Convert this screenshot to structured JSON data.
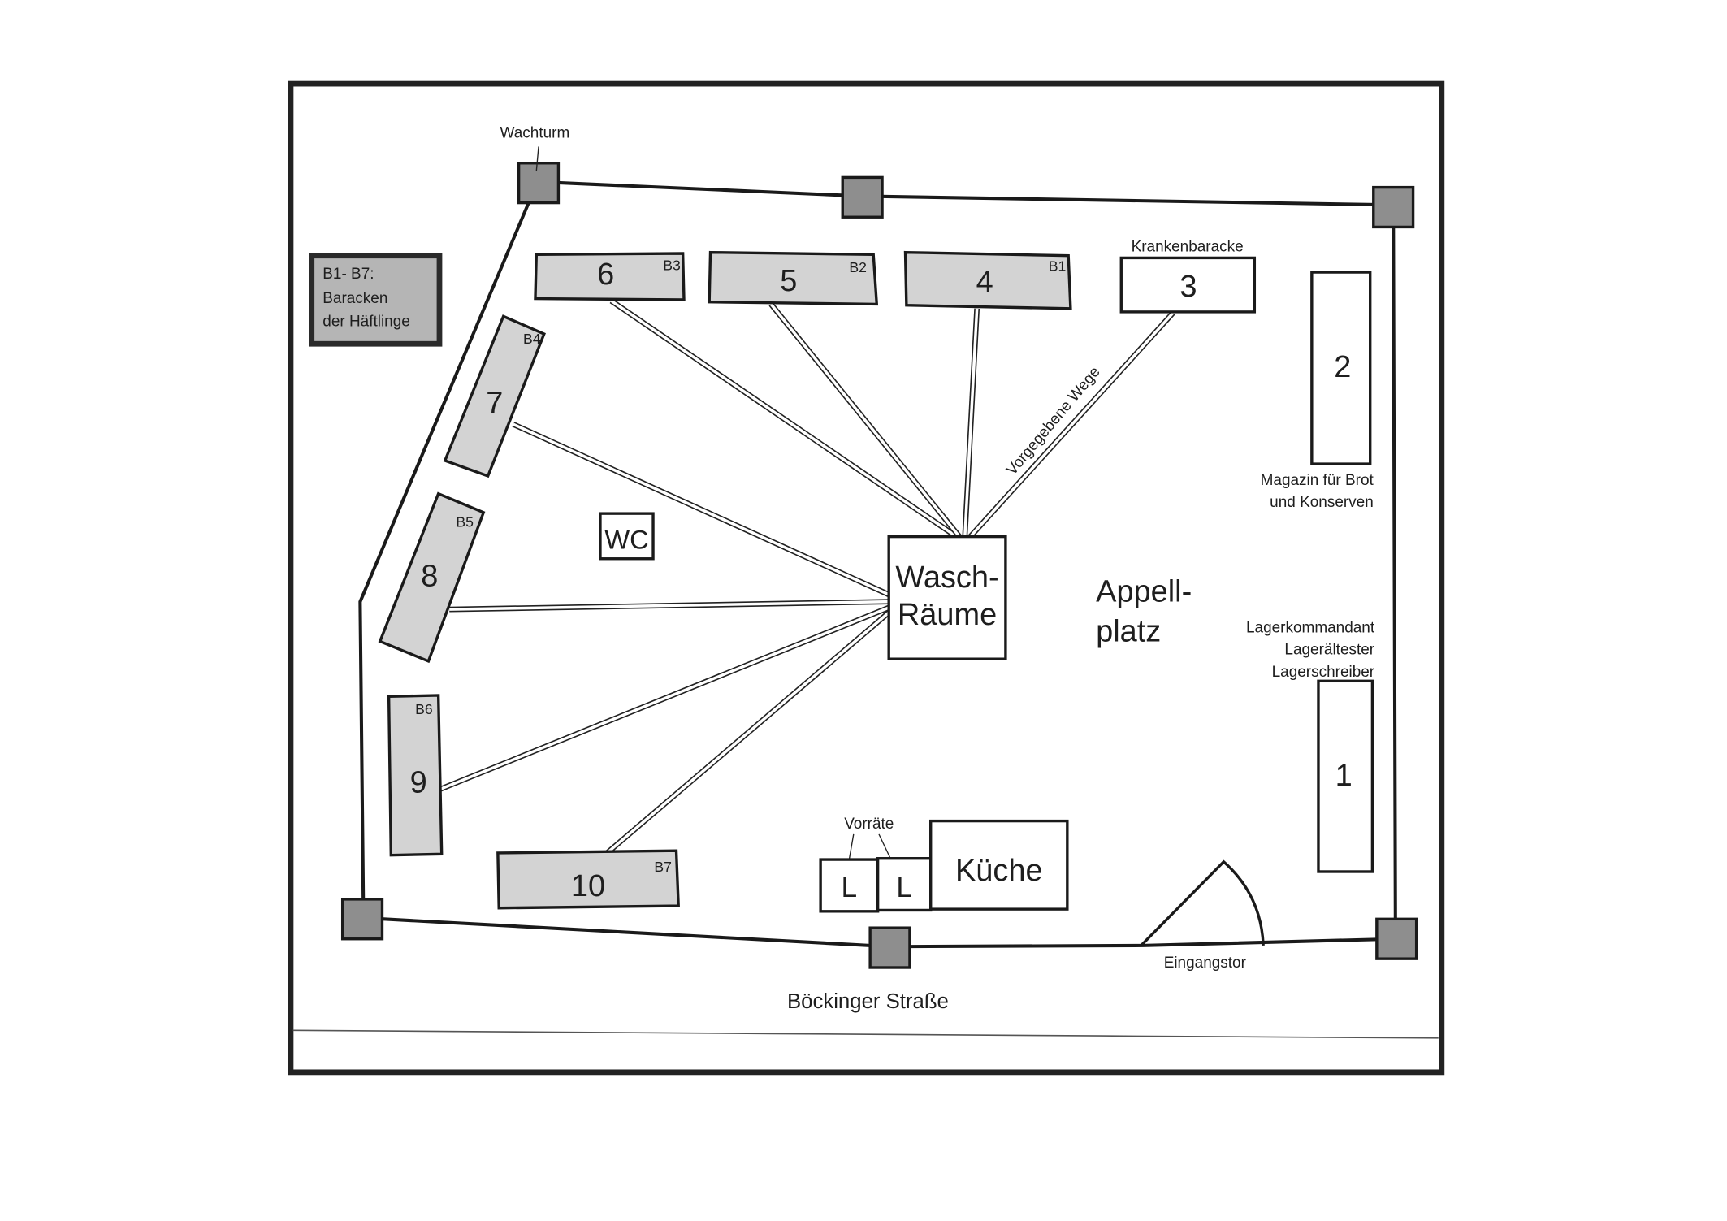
{
  "map": {
    "legend": {
      "line1": "B1- B7:",
      "line2": "Baracken",
      "line3": "der Häftlinge"
    },
    "labels": {
      "watchtower": "Wachturm",
      "infirmary": "Krankenbaracke",
      "paths": "Vorgegebene Wege",
      "magazine_line1": "Magazin für Brot",
      "magazine_line2": "und Konserven",
      "wash_line1": "Wasch-",
      "wash_line2": "Räume",
      "rollcall_line1": "Appell-",
      "rollcall_line2": "platz",
      "staff_line1": "Lagerkommandant",
      "staff_line2": "Lagerältester",
      "staff_line3": "Lagerschreiber",
      "wc": "WC",
      "supplies": "Vorräte",
      "storage": "L",
      "kitchen": "Küche",
      "gate": "Eingangstor",
      "street": "Böckinger Straße"
    },
    "buildings": [
      {
        "number": "1"
      },
      {
        "number": "2"
      },
      {
        "number": "3"
      },
      {
        "number": "4",
        "barrack": "B1"
      },
      {
        "number": "5",
        "barrack": "B2"
      },
      {
        "number": "6",
        "barrack": "B3"
      },
      {
        "number": "7",
        "barrack": "B4"
      },
      {
        "number": "8",
        "barrack": "B5"
      },
      {
        "number": "9",
        "barrack": "B6"
      },
      {
        "number": "10",
        "barrack": "B7"
      }
    ],
    "colors": {
      "barrack_fill": "#d3d3d3",
      "tower_fill": "#8e8e8e",
      "legend_fill": "#b5b5b5"
    }
  }
}
